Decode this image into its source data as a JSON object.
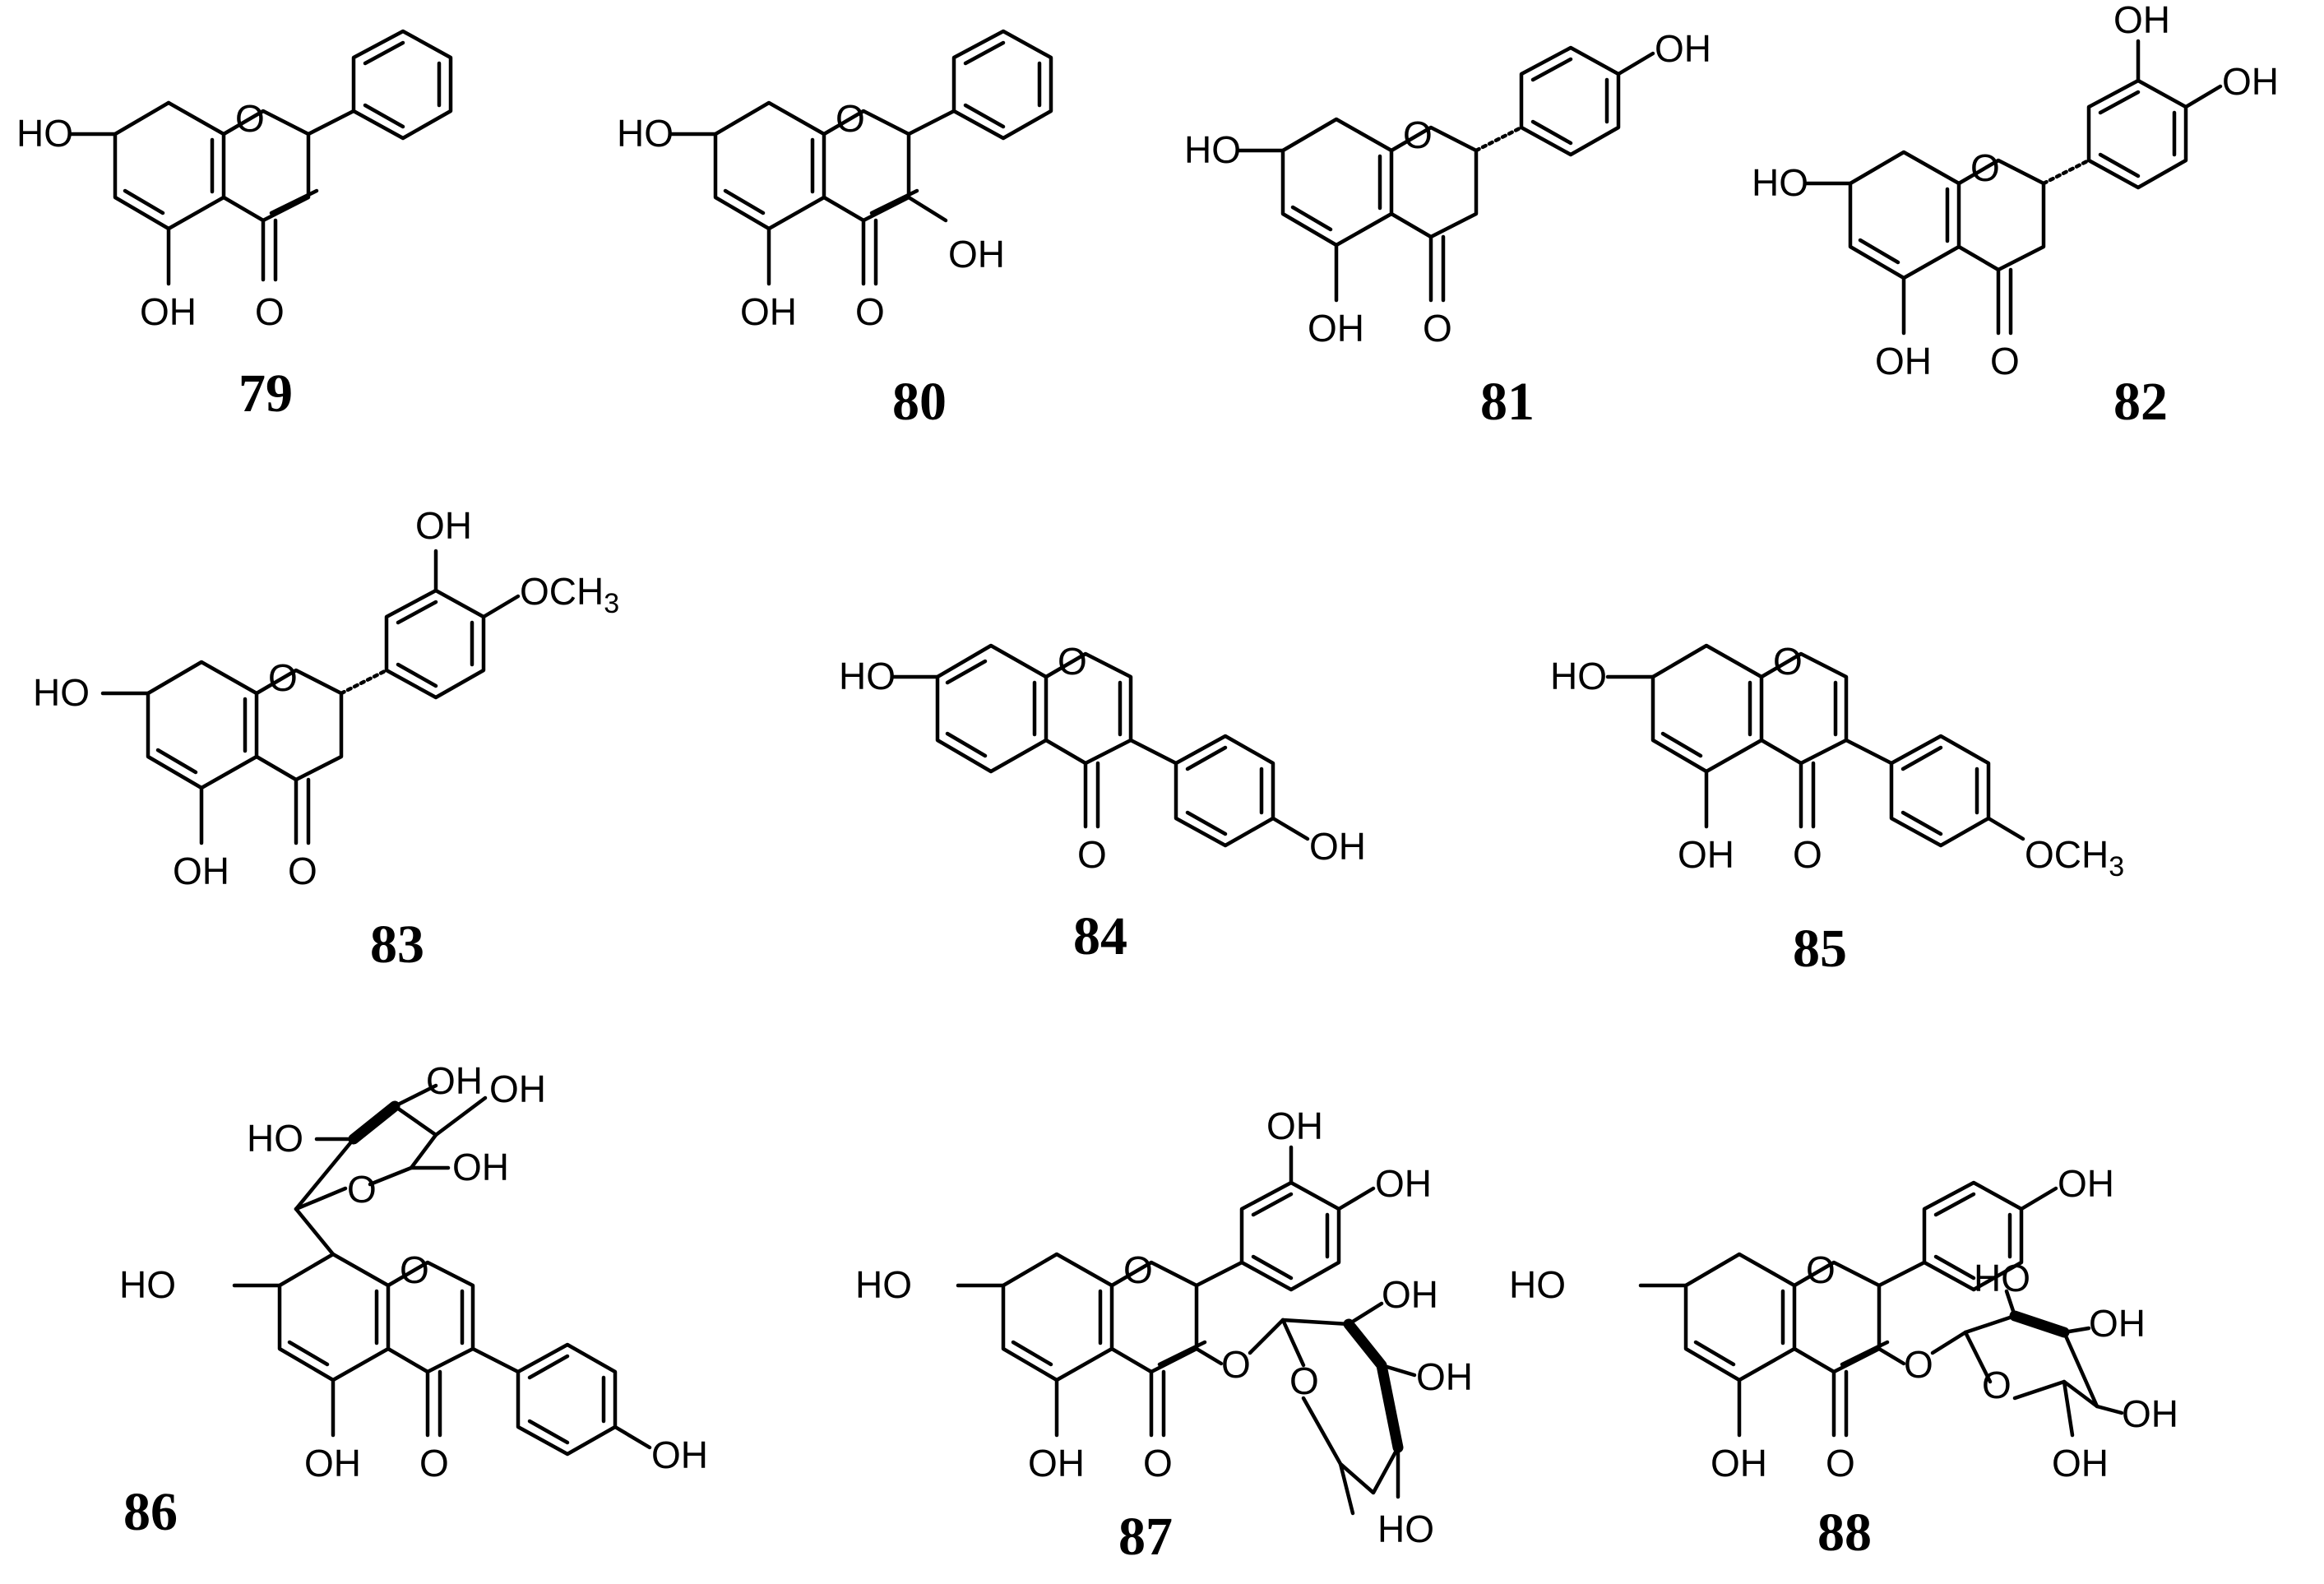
{
  "compounds": [
    {
      "id": "79",
      "labels": {
        "ho7": "HO",
        "o1": "O",
        "oh5": "OH",
        "o4": "O"
      }
    },
    {
      "id": "80",
      "labels": {
        "ho7": "HO",
        "o1": "O",
        "oh5": "OH",
        "o4": "O",
        "oh3": "OH"
      }
    },
    {
      "id": "81",
      "labels": {
        "ho7": "HO",
        "o1": "O",
        "oh5": "OH",
        "o4": "O",
        "oh4p": "OH"
      }
    },
    {
      "id": "82",
      "labels": {
        "ho7": "HO",
        "o1": "O",
        "oh5": "OH",
        "o4": "O",
        "oh3p": "OH",
        "oh4p": "OH"
      }
    },
    {
      "id": "83",
      "labels": {
        "ho7": "HO",
        "o1": "O",
        "oh5": "OH",
        "o4": "O",
        "oh3p": "OH",
        "och3": "OCH",
        "och3_sub": "3"
      }
    },
    {
      "id": "84",
      "labels": {
        "ho7": "HO",
        "o1": "O",
        "o4": "O",
        "oh4p": "OH"
      }
    },
    {
      "id": "85",
      "labels": {
        "ho7": "HO",
        "o1": "O",
        "oh5": "OH",
        "o4": "O",
        "och3": "OCH",
        "och3_sub": "3"
      }
    },
    {
      "id": "86",
      "labels": {
        "ho7": "HO",
        "o1": "O",
        "oh5": "OH",
        "o4": "O",
        "oh4p": "OH",
        "sug_o": "O",
        "sug_oh1": "HO",
        "sug_oh2": "OH",
        "sug_oh3": "OH",
        "sug_oh4": "OH"
      }
    },
    {
      "id": "87",
      "labels": {
        "ho7": "HO",
        "o1": "O",
        "oh5": "OH",
        "o4": "O",
        "o3": "O",
        "oh3p": "OH",
        "oh4p": "OH",
        "sug_o": "O",
        "sug_oh1": "OH",
        "sug_oh2": "OH",
        "sug_oh3": "HO"
      }
    },
    {
      "id": "88",
      "labels": {
        "ho7": "HO",
        "o1": "O",
        "oh5": "OH",
        "o4": "O",
        "o3": "O",
        "oh4p": "OH",
        "sug_o": "O",
        "sug_oh1": "HO",
        "sug_oh2": "OH",
        "sug_oh3": "OH",
        "sug_oh4": "OH"
      }
    }
  ]
}
